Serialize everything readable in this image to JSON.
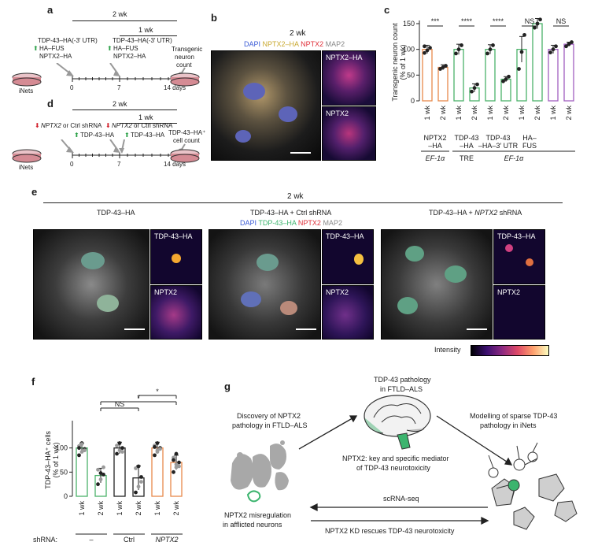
{
  "panels": {
    "a": "a",
    "b": "b",
    "c": "c",
    "d": "d",
    "e": "e",
    "f": "f",
    "g": "g"
  },
  "a": {
    "span_2wk": "2 wk",
    "span_1wk": "1 wk",
    "constructs_day0": [
      "TDP-43–HA(-3′ UTR)",
      "HA–FUS",
      "NPTX2–HA"
    ],
    "constructs_day7": [
      "TDP-43–HA(-3′ UTR)",
      "HA–FUS",
      "NPTX2–HA"
    ],
    "dish_label": "iNets",
    "readout": [
      "Transgenic",
      "neuron",
      "count"
    ],
    "days": [
      "0",
      "7",
      "14 days"
    ]
  },
  "d": {
    "span_2wk": "2 wk",
    "span_1wk": "1 wk",
    "shrna_day0": [
      "NPTX2",
      " or Ctrl shRNA"
    ],
    "shrna_day7": [
      "NPTX2",
      " or Ctrl shRNA"
    ],
    "tdp": "TDP-43–HA",
    "dish_label": "iNets",
    "readout": [
      "TDP-43–HA⁺",
      "cell count"
    ],
    "days": [
      "0",
      "7",
      "14 days"
    ]
  },
  "b": {
    "title": "2 wk",
    "legend": [
      {
        "text": "DAPI",
        "color": "#3b5bd6"
      },
      {
        "text": "NPTX2–HA",
        "color": "#e6c84a"
      },
      {
        "text": "NPTX2",
        "color": "#e0303a"
      },
      {
        "text": "MAP2",
        "color": "#888888"
      }
    ],
    "inset1": "NPTX2–HA",
    "inset2": "NPTX2"
  },
  "e": {
    "title": "2 wk",
    "col1": "TDP-43–HA",
    "col2": "TDP-43–HA + Ctrl shRNA",
    "col3_prefix": "TDP-43–HA + ",
    "col3_italic": "NPTX2",
    "col3_suffix": " shRNA",
    "legend": [
      {
        "text": "DAPI",
        "color": "#3b5bd6"
      },
      {
        "text": "TDP-43–HA",
        "color": "#3cb46e"
      },
      {
        "text": "NPTX2",
        "color": "#e0303a"
      },
      {
        "text": "MAP2",
        "color": "#888888"
      }
    ],
    "inset_top": "TDP-43–HA",
    "inset_bottom": "NPTX2",
    "intensity": "Intensity"
  },
  "g": {
    "top": [
      "TDP-43 pathology",
      "in FTLD–ALS"
    ],
    "left": [
      "Discovery of NPTX2",
      "pathology in FTLD–ALS"
    ],
    "right": [
      "Modelling of sparse TDP-43",
      "pathology in iNets"
    ],
    "middle": [
      "NPTX2: key and specific mediator",
      "of TDP-43 neurotoxicity"
    ],
    "arrow_top": "scRNA-seq",
    "arrow_bottom": "NPTX2 KD rescues TDP-43 neurotoxicity",
    "umap": [
      "NPTX2 misregulation",
      "in afflicted neurons"
    ]
  },
  "chart_data": [
    {
      "type": "bar",
      "panel": "c",
      "ylabel": "Transgenic neuron count (% of 1 wk)",
      "ylim": [
        0,
        150
      ],
      "yticks": [
        0,
        50,
        100,
        150
      ],
      "categories": [
        "1 wk",
        "2 wk",
        "1 wk",
        "2 wk",
        "1 wk",
        "2 wk",
        "1 wk",
        "2 wk",
        "1 wk",
        "2 wk"
      ],
      "values": [
        100,
        65,
        100,
        25,
        100,
        42,
        100,
        150,
        100,
        110
      ],
      "errors": [
        8,
        5,
        10,
        8,
        9,
        5,
        25,
        10,
        8,
        4
      ],
      "colors": [
        "#e8894a",
        "#e8894a",
        "#4cb26a",
        "#4cb26a",
        "#4cb26a",
        "#4cb26a",
        "#4cb26a",
        "#4cb26a",
        "#a15fc0",
        "#a15fc0"
      ],
      "points": [
        [
          93,
          98,
          103,
          106
        ],
        [
          62,
          65,
          68
        ],
        [
          92,
          100,
          108
        ],
        [
          18,
          25,
          32
        ],
        [
          92,
          100,
          108
        ],
        [
          38,
          42,
          47
        ],
        [
          62,
          95,
          128
        ],
        [
          142,
          150,
          158
        ],
        [
          94,
          100,
          106
        ],
        [
          106,
          110,
          114
        ]
      ],
      "significance": [
        "***",
        "****",
        "****",
        "NS",
        "NS"
      ],
      "groups": [
        {
          "lines": [
            "NPTX2",
            "–HA"
          ],
          "vector": "EF-1α"
        },
        {
          "lines": [
            "TDP-43",
            "–HA"
          ],
          "vector": "TRE"
        },
        {
          "lines": [
            "TDP-43",
            "–HA–3′ UTR"
          ],
          "vector": "EF-1α"
        },
        {
          "lines": [
            "HA–",
            "FUS"
          ],
          "vector": ""
        }
      ]
    },
    {
      "type": "bar",
      "panel": "f",
      "ylabel": "TDP-43–HA⁺ cells (% of 1 wk)",
      "ylim": [
        0,
        150
      ],
      "yticks": [
        0,
        50,
        100
      ],
      "categories": [
        "1 wk",
        "2 wk",
        "1 wk",
        "2 wk",
        "1 wk",
        "2 wk"
      ],
      "values": [
        100,
        43,
        100,
        38,
        100,
        70
      ],
      "errors": [
        10,
        15,
        12,
        25,
        12,
        15
      ],
      "colors": [
        "#4cb26a",
        "#4cb26a",
        "#222222",
        "#222222",
        "#e8894a",
        "#e8894a"
      ],
      "points": [
        [
          85,
          92,
          98,
          104,
          110,
          95,
          100,
          108
        ],
        [
          25,
          35,
          45,
          55,
          48,
          60
        ],
        [
          88,
          95,
          100,
          105,
          110,
          92
        ],
        [
          8,
          20,
          40,
          58,
          62,
          30
        ],
        [
          85,
          95,
          100,
          105,
          110,
          98,
          102,
          92
        ],
        [
          50,
          60,
          70,
          80,
          88,
          62,
          75,
          66
        ]
      ],
      "significance": [
        "NS",
        "*",
        "*"
      ],
      "shrna_label": "shRNA:",
      "shrna_groups": [
        "–",
        "Ctrl",
        "NPTX2"
      ]
    }
  ]
}
